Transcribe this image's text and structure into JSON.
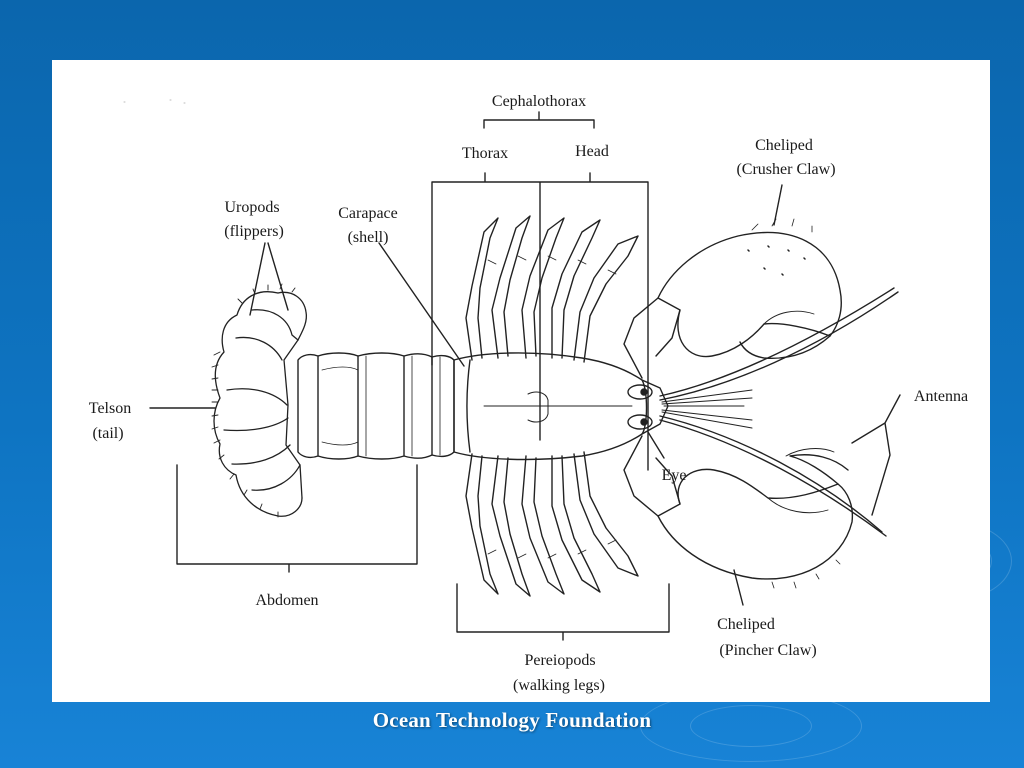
{
  "slide": {
    "background_color": "#0e74c2",
    "footer": "Ocean Technology Foundation"
  },
  "diagram": {
    "subject_icon": "lobster-drawing",
    "labels": {
      "cephalothorax": "Cephalothorax",
      "thorax": "Thorax",
      "head": "Head",
      "cheliped_crusher_1": "Cheliped",
      "cheliped_crusher_2": "(Crusher Claw)",
      "uropods_1": "Uropods",
      "uropods_2": "(flippers)",
      "carapace_1": "Carapace",
      "carapace_2": "(shell)",
      "telson_1": "Telson",
      "telson_2": "(tail)",
      "antenna": "Antenna",
      "eye": "Eye",
      "abdomen": "Abdomen",
      "cheliped_pincher_1": "Cheliped",
      "cheliped_pincher_2": "(Pincher Claw)",
      "pereiopods_1": "Pereiopods",
      "pereiopods_2": "(walking legs)"
    }
  }
}
